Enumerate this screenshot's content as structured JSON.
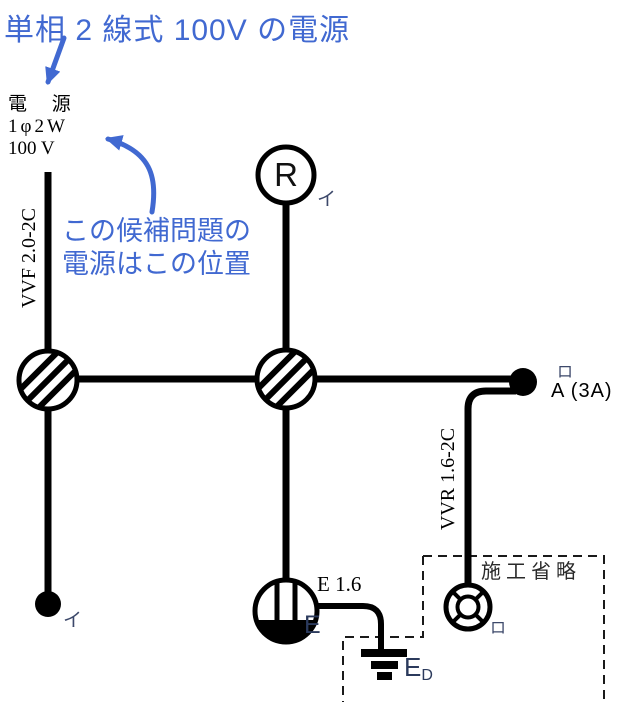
{
  "colors": {
    "annotation_blue": "#4169d1",
    "wire_black": "#000000",
    "circuit_label_dark": "#3c486a",
    "earth_label_navy": "#2b3a5c"
  },
  "annotations": {
    "title": "単相 2 線式 100V の電源",
    "note_line1": "この候補問題の",
    "note_line2": "電源はこの位置"
  },
  "power_source": {
    "name": "電 源",
    "phase": "1φ2W",
    "voltage": "100 V"
  },
  "cables": {
    "left_feed": "VVF 2.0-2C",
    "right_drop": "VVR 1.6-2C",
    "ground_wire": "E 1.6"
  },
  "devices": {
    "lamp_receptacle": {
      "symbol": "R",
      "circuit": "イ"
    },
    "switch_i": {
      "circuit": "イ"
    },
    "auto_switch": {
      "circuit": "ロ",
      "rating": "A (3A)"
    },
    "outlet_earth": {
      "label": "E"
    },
    "earth_electrode": {
      "label_main": "E",
      "label_sub": "D"
    },
    "outdoor_light": {
      "circuit": "ロ"
    },
    "omitted_area": {
      "label": "施工省略"
    }
  }
}
